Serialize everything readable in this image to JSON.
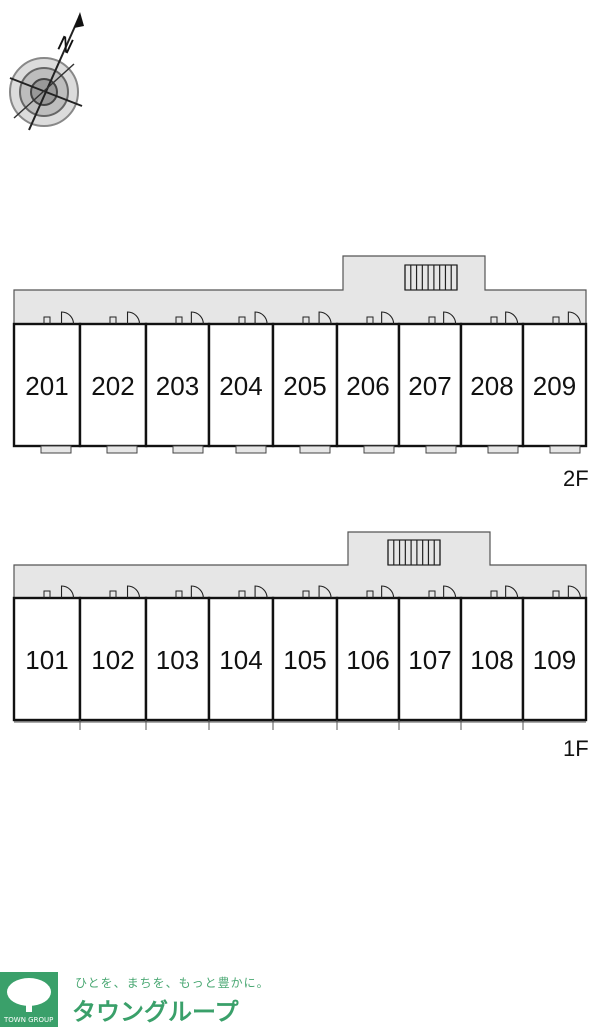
{
  "compass": {
    "north_label": "N"
  },
  "floors": [
    {
      "label": "2F",
      "rooms": [
        "201",
        "202",
        "203",
        "204",
        "205",
        "206",
        "207",
        "208",
        "209"
      ]
    },
    {
      "label": "1F",
      "rooms": [
        "101",
        "102",
        "103",
        "104",
        "105",
        "106",
        "107",
        "108",
        "109"
      ]
    }
  ],
  "brand": {
    "tagline": "ひとを、まちを、もっと豊かに。",
    "name": "タウングループ",
    "mark_text": "TOWN GROUP",
    "color": "#3aa06a"
  },
  "colors": {
    "corridor": "#e6e6e6",
    "wall": "#111111"
  }
}
